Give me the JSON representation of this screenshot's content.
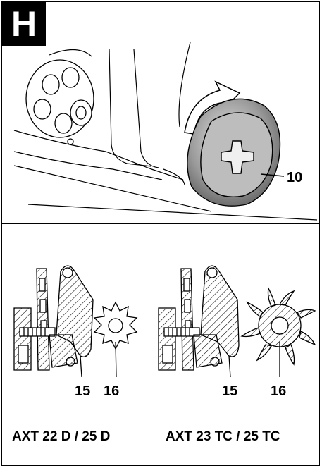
{
  "figure_letter": "H",
  "top_panel": {
    "callout": "10"
  },
  "left_panel": {
    "callout_a": "15",
    "callout_b": "16",
    "caption": "AXT 22  D / 25 D"
  },
  "right_panel": {
    "callout_a": "15",
    "callout_b": "16",
    "caption": "AXT 23  TC / 25 TC"
  }
}
